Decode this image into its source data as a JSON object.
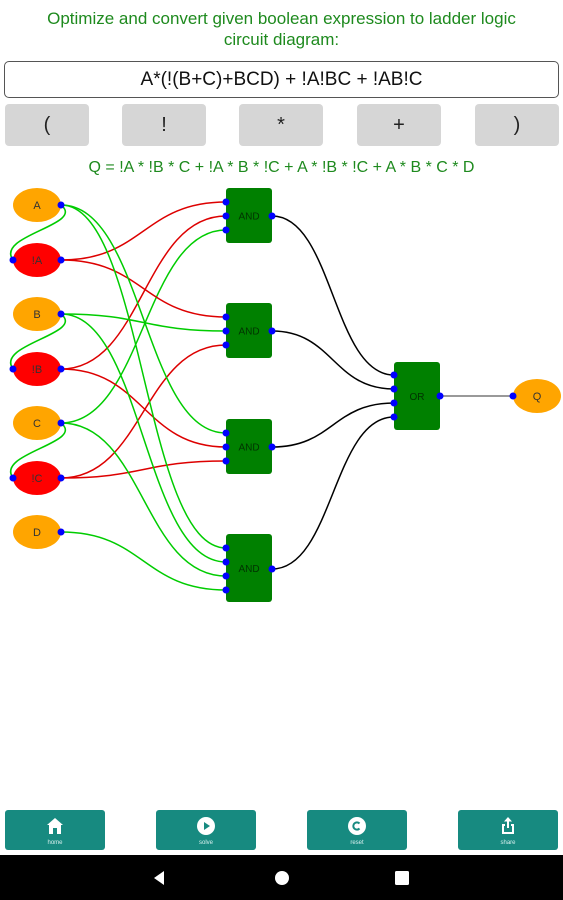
{
  "header": {
    "line1": "Optimize and convert given boolean expression to ladder logic",
    "line2": "circuit diagram:"
  },
  "expression": "A*(!(B+C)+BCD) + !A!BC + !AB!C",
  "operators": [
    "(",
    "!",
    "*",
    "+",
    ")"
  ],
  "result": "Q = !A * !B * C + !A * B * !C + A * !B * !C + A * B * C * D",
  "circuit": {
    "inputs": [
      "A",
      "!A",
      "B",
      "!B",
      "C",
      "!C",
      "D"
    ],
    "and_label": "AND",
    "or_label": "OR",
    "output": "Q",
    "colors": {
      "input": "#ffa500",
      "negated": "#ff0000",
      "gate": "#008000",
      "pin": "#0000ff",
      "wire_pos": "#00cc00",
      "wire_neg": "#dd0000",
      "wire_gate": "#000000",
      "wire_out": "#999999"
    }
  },
  "nav": [
    {
      "label": "home",
      "icon": "home-icon"
    },
    {
      "label": "solve",
      "icon": "play-icon"
    },
    {
      "label": "reset",
      "icon": "reset-icon"
    },
    {
      "label": "share",
      "icon": "share-icon"
    }
  ],
  "system_nav": [
    "back-icon",
    "home-circle-icon",
    "recents-icon"
  ]
}
